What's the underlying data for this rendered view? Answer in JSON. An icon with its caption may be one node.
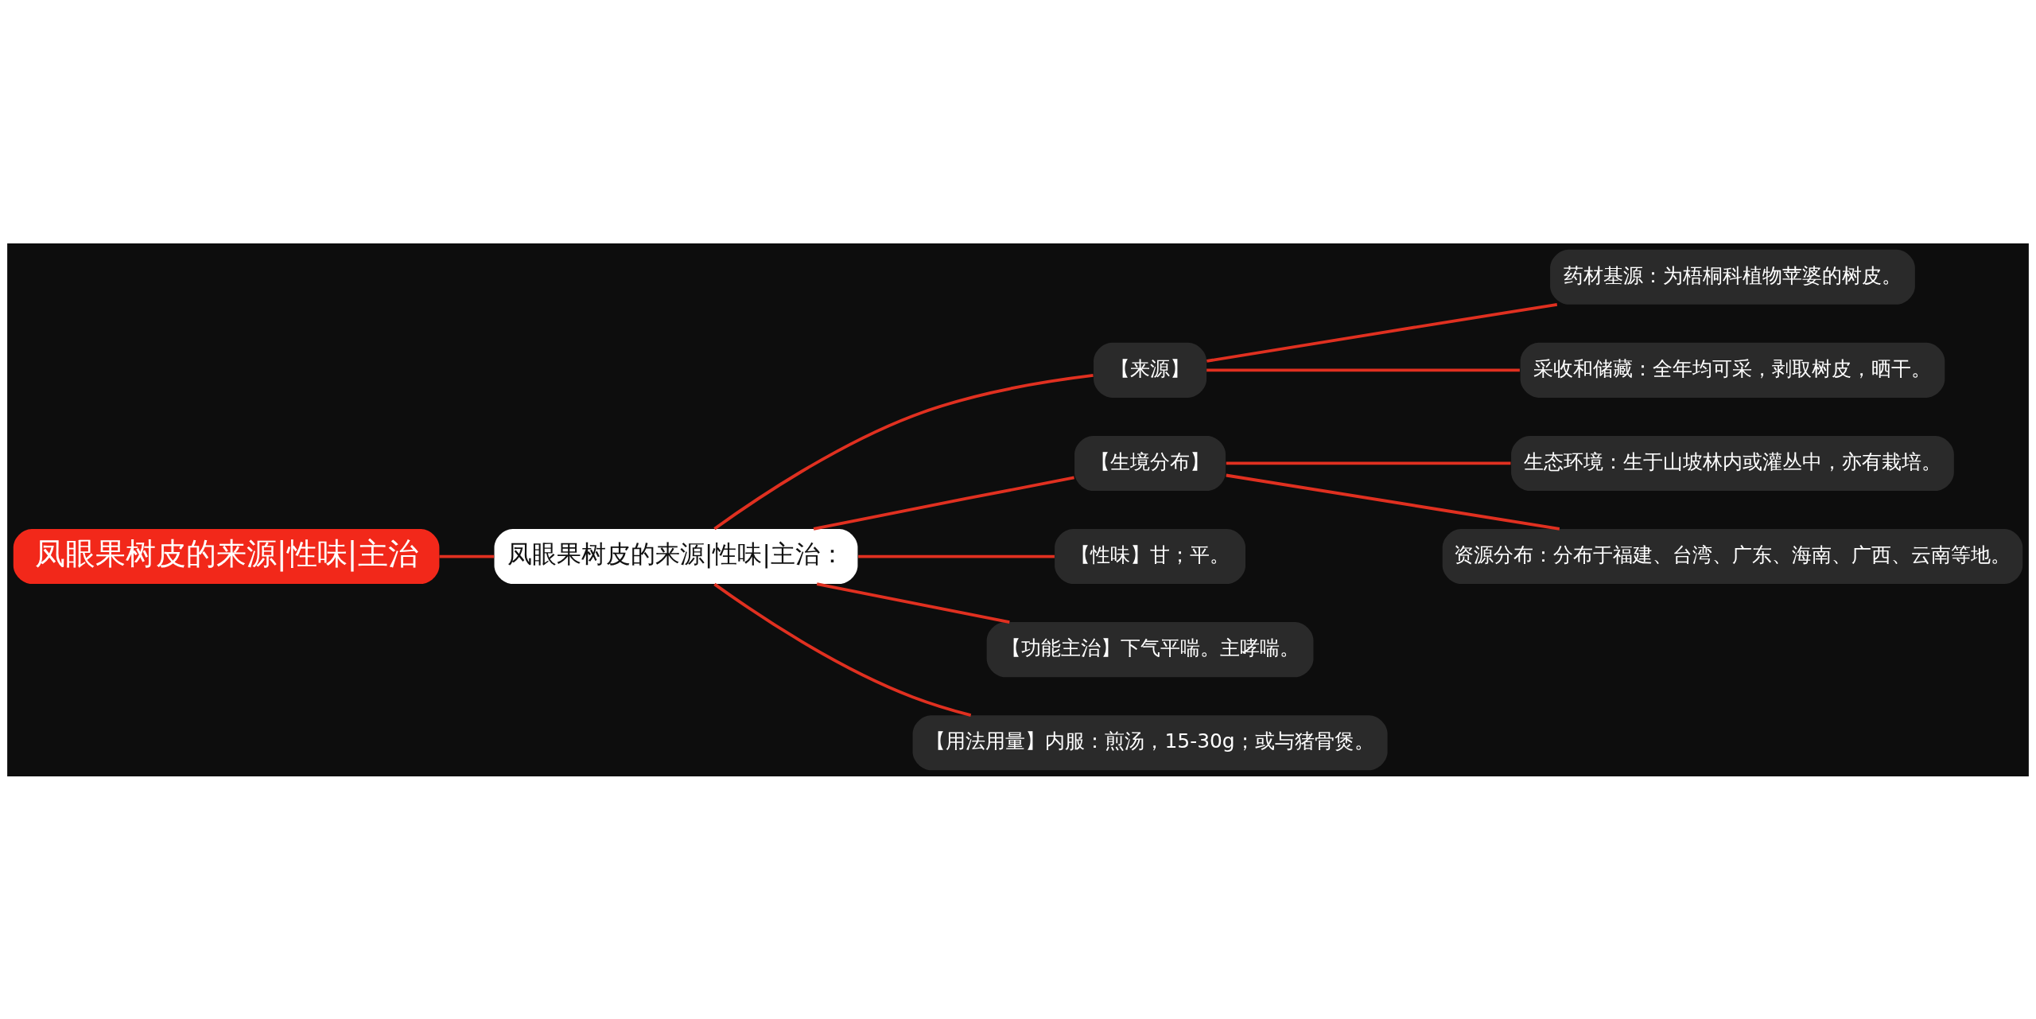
{
  "diagram": {
    "nodes": [
      {
        "text": [
          "凤眼果树皮的来源|性味|主治"
        ]
      },
      {
        "text": [
          "凤眼果树皮的来源|性味|主治："
        ]
      },
      {
        "text": [
          "【来源】"
        ]
      },
      {
        "text": [
          "药材基源：为梧桐科植物苹婆的树皮。"
        ]
      },
      {
        "text": [
          "采收和储藏：全年均可采，剥取树皮，晒干。"
        ]
      },
      {
        "text": [
          "【生境分布】"
        ]
      },
      {
        "text": [
          "生态环境：生于山坡林内或灌丛中，亦有栽培。"
        ]
      },
      {
        "text": [
          "资源分布：分布于福建、台湾、广东、海南、广西、云南等地。"
        ]
      },
      {
        "text": [
          "【性味】甘；平。"
        ]
      },
      {
        "text": [
          "【功能主治】下气平喘。主哮喘。"
        ]
      },
      {
        "text": [
          "【用法用量】内服：煎汤，15-30g；或与猪骨煲。"
        ]
      }
    ],
    "edges": [
      {
        "from": 0,
        "to": 1,
        "arrow": "none"
      },
      {
        "from": 1,
        "to": 2,
        "arrow": "none"
      },
      {
        "from": 2,
        "to": 3,
        "arrow": "none"
      },
      {
        "from": 2,
        "to": 4,
        "arrow": "none"
      },
      {
        "from": 1,
        "to": 5,
        "arrow": "none"
      },
      {
        "from": 5,
        "to": 6,
        "arrow": "none"
      },
      {
        "from": 5,
        "to": 7,
        "arrow": "none"
      },
      {
        "from": 1,
        "to": 8,
        "arrow": "none"
      },
      {
        "from": 1,
        "to": 9,
        "arrow": "none"
      },
      {
        "from": 1,
        "to": 10,
        "arrow": "none"
      }
    ]
  }
}
